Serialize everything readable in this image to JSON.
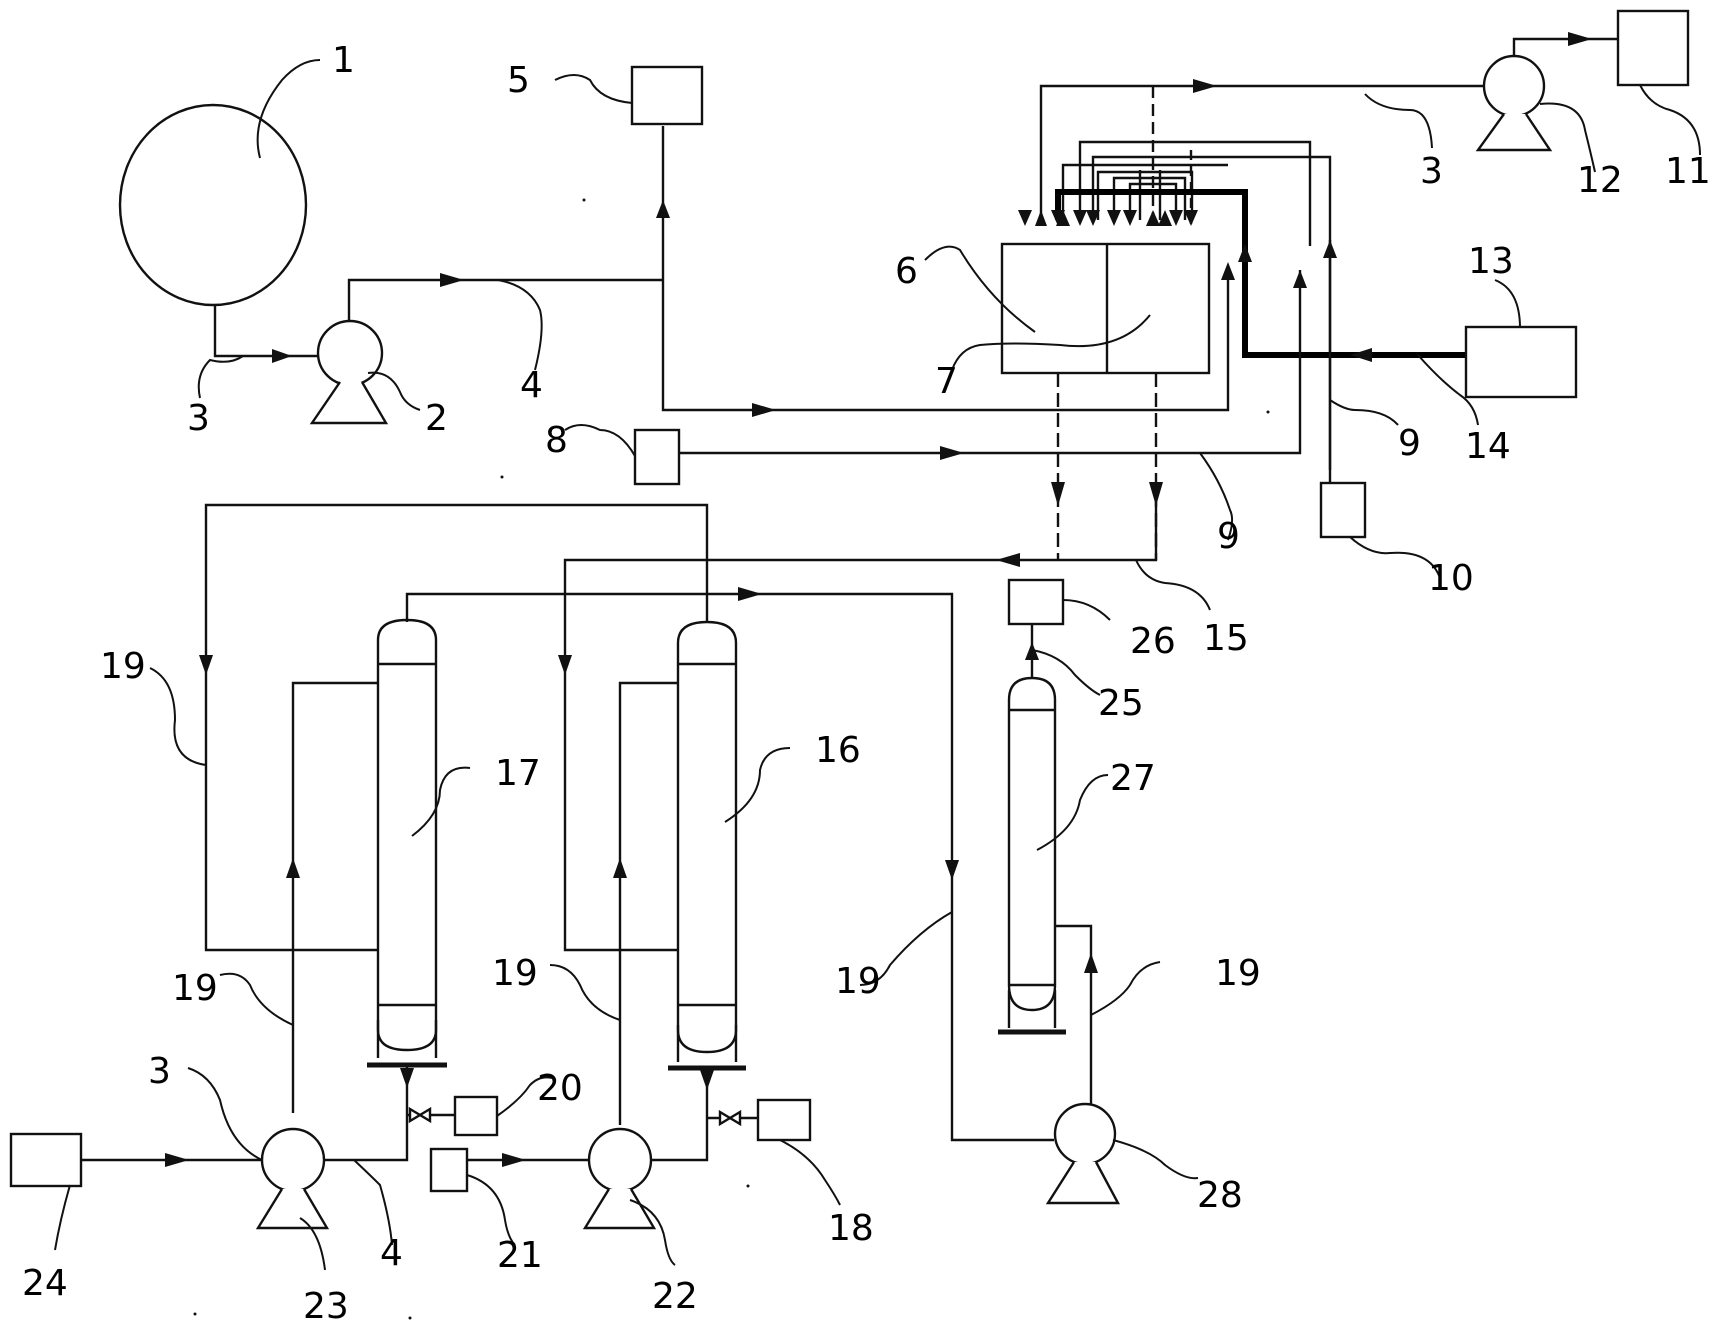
{
  "labels": {
    "l1": "1",
    "l2": "2",
    "l3a": "3",
    "l3b": "3",
    "l3c": "3",
    "l4a": "4",
    "l4b": "4",
    "l5": "5",
    "l6": "6",
    "l7": "7",
    "l8": "8",
    "l9a": "9",
    "l9b": "9",
    "l10": "10",
    "l11": "11",
    "l12": "12",
    "l13": "13",
    "l14": "14",
    "l15": "15",
    "l16": "16",
    "l17": "17",
    "l18": "18",
    "l19a": "19",
    "l19b": "19",
    "l19c": "19",
    "l19d": "19",
    "l19e": "19",
    "l20": "20",
    "l21": "21",
    "l22": "22",
    "l23": "23",
    "l24": "24",
    "l25": "25",
    "l26": "26",
    "l27": "27",
    "l28": "28"
  }
}
